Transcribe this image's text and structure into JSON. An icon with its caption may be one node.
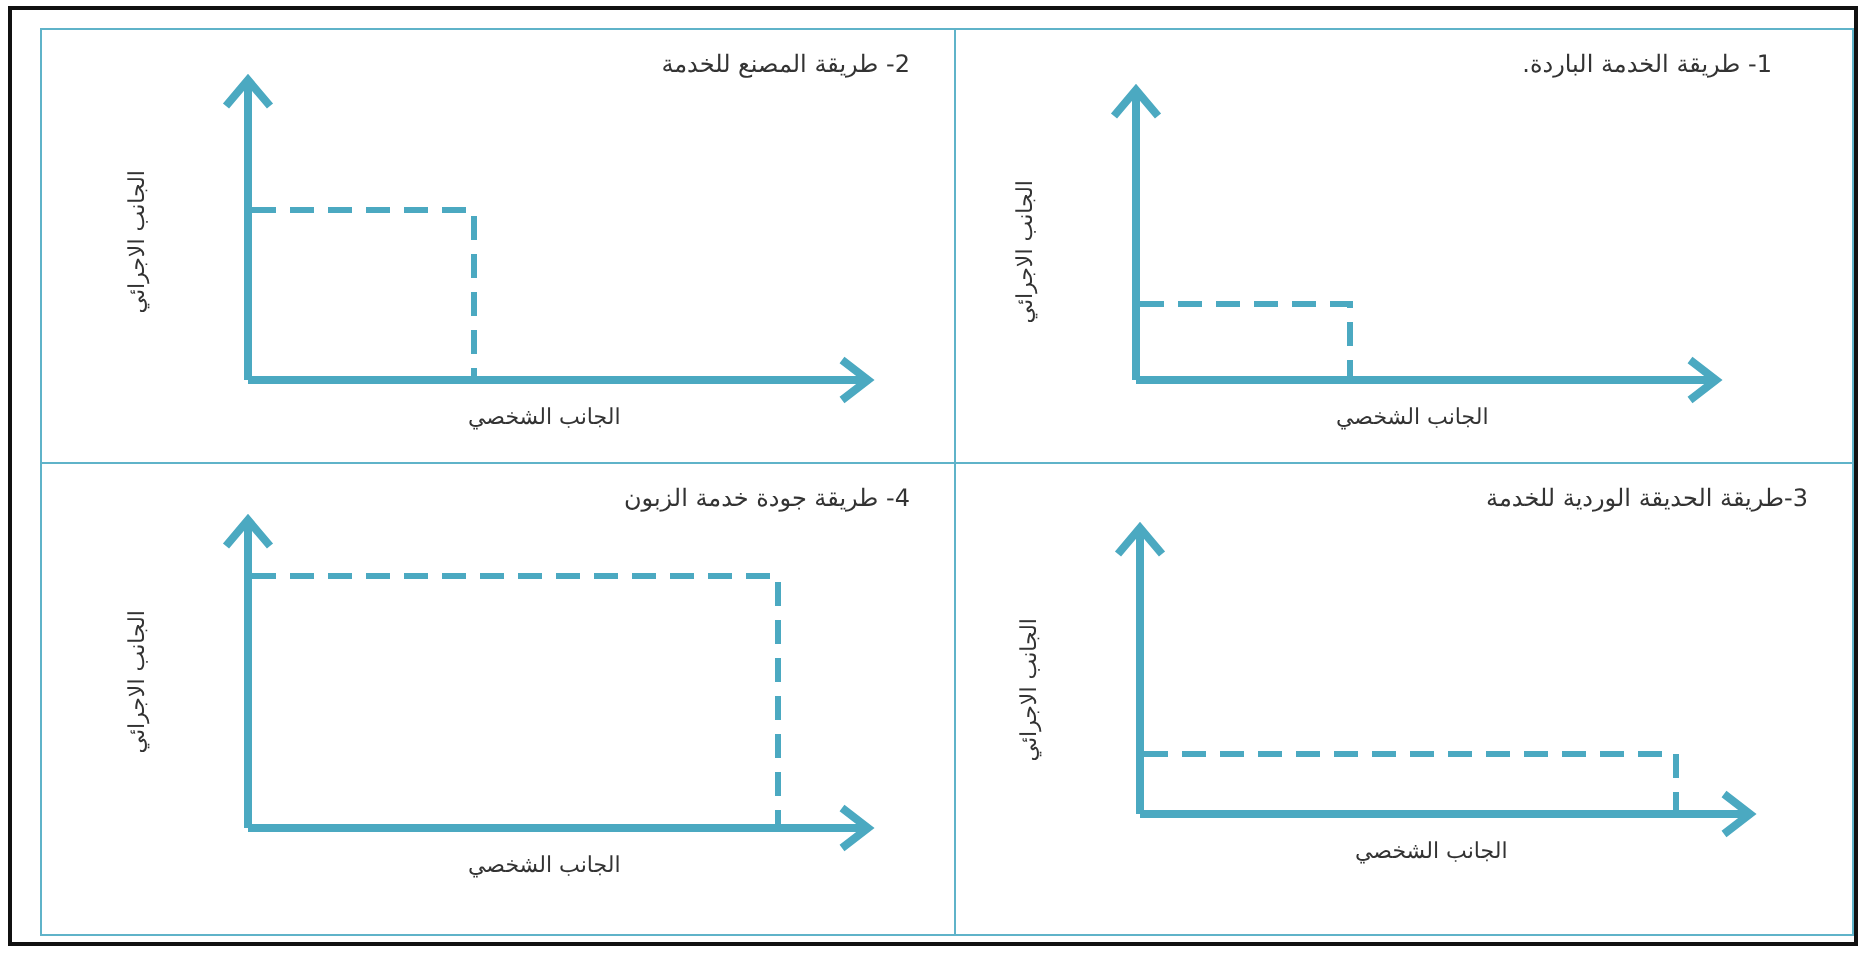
{
  "diagram": {
    "nodes": [
      {
        "text": [
          "1- طريقة الخدمة الباردة.",
          "الجانب الاجرائي",
          "الجانب الشخصي"
        ]
      },
      {
        "text": [
          "2- طريقة المصنع للخدمة",
          "الجانب الاجرائي",
          "الجانب الشخصي"
        ]
      },
      {
        "text": [
          "3-طريقة الحديقة الوردية للخدمة",
          "الجانب الاجرائي",
          "الجانب الشخصي"
        ]
      },
      {
        "text": [
          "4- طريقة جودة خدمة الزبون",
          "الجانب الاجرائي",
          "الجانب الشخصي"
        ]
      }
    ]
  }
}
